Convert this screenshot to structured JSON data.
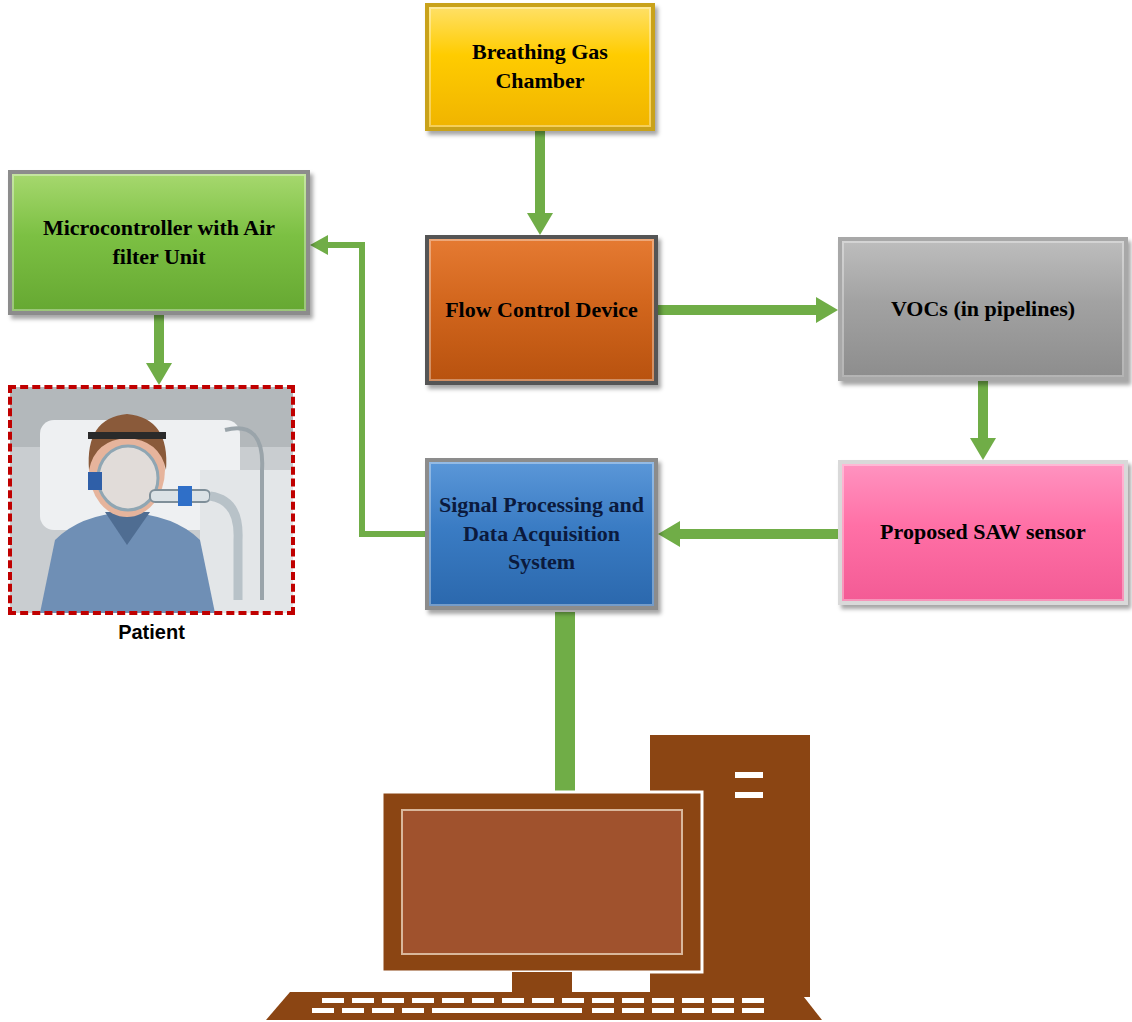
{
  "diagram": {
    "nodes": [
      {
        "text": [
          "Breathing Gas Chamber"
        ]
      },
      {
        "text": [
          "Microcontroller with Air filter Unit"
        ]
      },
      {
        "text": [
          "Flow Control Device"
        ]
      },
      {
        "text": [
          "VOCs (in pipelines)"
        ]
      },
      {
        "text": [
          "Patient"
        ]
      },
      {
        "text": [
          "Proposed SAW sensor"
        ]
      },
      {
        "text": [
          "Signal Processing and Data Acquisition System"
        ]
      }
    ],
    "edges": [
      {
        "from": 0,
        "to": 2,
        "arrow": "to"
      },
      {
        "from": 2,
        "to": 3,
        "arrow": "to"
      },
      {
        "from": 3,
        "to": 5,
        "arrow": "to"
      },
      {
        "from": 5,
        "to": 6,
        "arrow": "to"
      },
      {
        "from": 6,
        "to": 1,
        "arrow": "to"
      },
      {
        "from": 1,
        "to": 4,
        "arrow": "to"
      }
    ]
  }
}
